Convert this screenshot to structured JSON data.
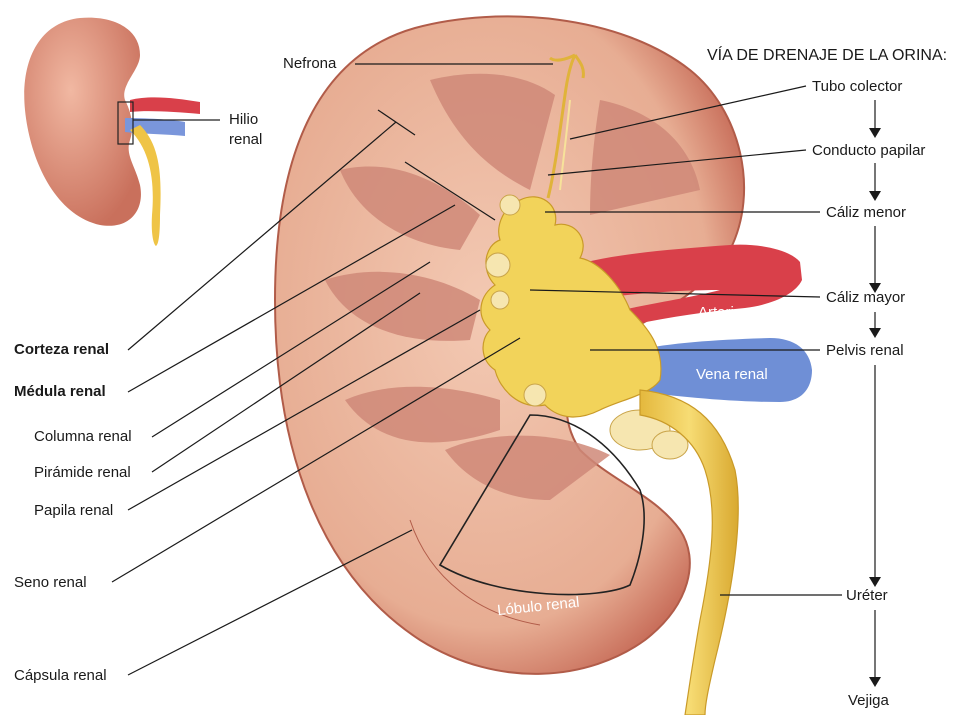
{
  "inset_label": {
    "line1": "Hilio",
    "line2": "renal"
  },
  "top_label": "Nefrona",
  "pathway": {
    "title": "VÍA DE DRENAJE DE LA ORINA:",
    "steps": [
      "Tubo colector",
      "Conducto papilar",
      "Cáliz menor",
      "Cáliz mayor",
      "Pelvis renal",
      "Uréter",
      "Vejiga"
    ]
  },
  "left_labels": [
    {
      "text": "Corteza renal",
      "bold": true
    },
    {
      "text": "Médula renal",
      "bold": true
    },
    {
      "text": "Columna renal",
      "bold": false
    },
    {
      "text": "Pirámide renal",
      "bold": false
    },
    {
      "text": "Papila renal",
      "bold": false
    },
    {
      "text": "Seno renal",
      "bold": false
    },
    {
      "text": "Cápsula renal",
      "bold": false
    }
  ],
  "vessel_labels": {
    "artery": "Arteria renal",
    "vein": "Vena renal"
  },
  "lobe_label": "Lóbulo renal",
  "colors": {
    "cortex": "#e8b49a",
    "medulla": "#d48f7a",
    "capsule": "#c76b57",
    "calyx": "#f2d35a",
    "artery": "#d9404a",
    "vein": "#6f8fd6"
  }
}
